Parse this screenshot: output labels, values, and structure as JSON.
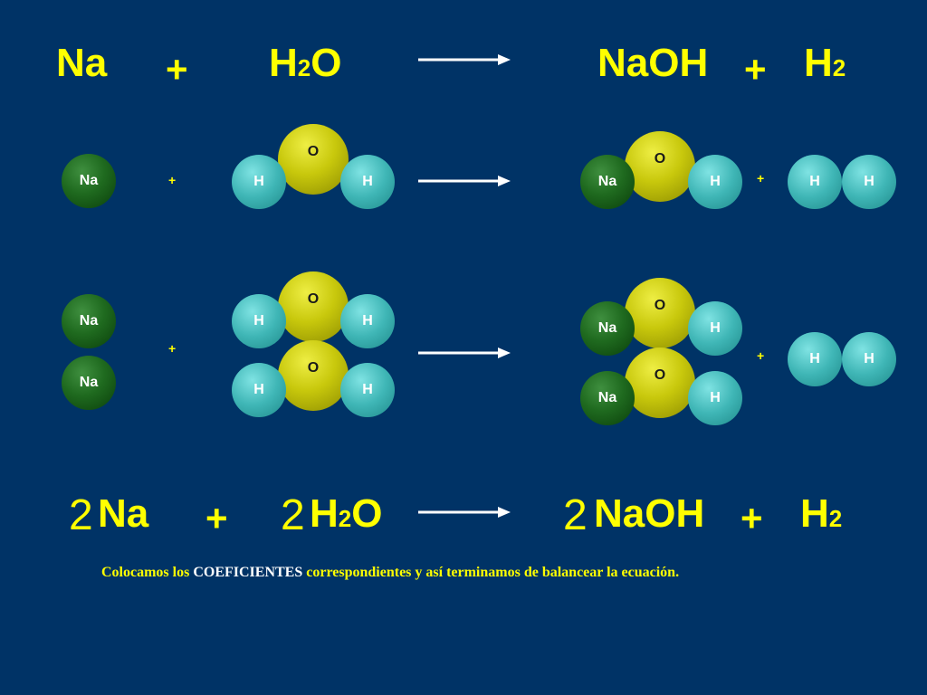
{
  "top_equation": {
    "reactant1": "Na",
    "plus1": "+",
    "reactant2_base": "H",
    "reactant2_sub": "2",
    "reactant2_end": "O",
    "product1": "NaOH",
    "plus2": "+",
    "product2_base": "H",
    "product2_sub": "2"
  },
  "row1": {
    "na": "Na",
    "plus1": "+",
    "water_h1": "H",
    "water_o": "O",
    "water_h2": "H",
    "naoh_na": "Na",
    "naoh_o": "O",
    "naoh_h": "H",
    "plus2": "+",
    "h2_h1": "H",
    "h2_h2": "H"
  },
  "row2": {
    "na1": "Na",
    "na2": "Na",
    "plus1": "+",
    "water1_o": "O",
    "water1_h1": "H",
    "water1_h2": "H",
    "water2_o": "O",
    "water2_h1": "H",
    "water2_h2": "H",
    "naoh1_na": "Na",
    "naoh1_o": "O",
    "naoh1_h": "H",
    "naoh2_na": "Na",
    "naoh2_o": "O",
    "naoh2_h": "H",
    "plus2": "+",
    "h2_h1": "H",
    "h2_h2": "H"
  },
  "balanced_equation": {
    "coef1": "2",
    "reactant1": "Na",
    "plus1": "+",
    "coef2": "2",
    "reactant2_base": "H",
    "reactant2_sub": "2",
    "reactant2_end": "O",
    "coef3": "2",
    "product1": "NaOH",
    "plus2": "+",
    "product2_base": "H",
    "product2_sub": "2"
  },
  "caption": {
    "part1": "Colocamos los ",
    "highlight": "COEFICIENTES",
    "part2": " correspondientes y así terminamos de balancear la ecuación."
  },
  "colors": {
    "background": "#003366",
    "text_yellow": "#ffff00",
    "sodium": "#1f6a1f",
    "hydrogen": "#3fb6b6",
    "oxygen": "#c8c80c"
  }
}
